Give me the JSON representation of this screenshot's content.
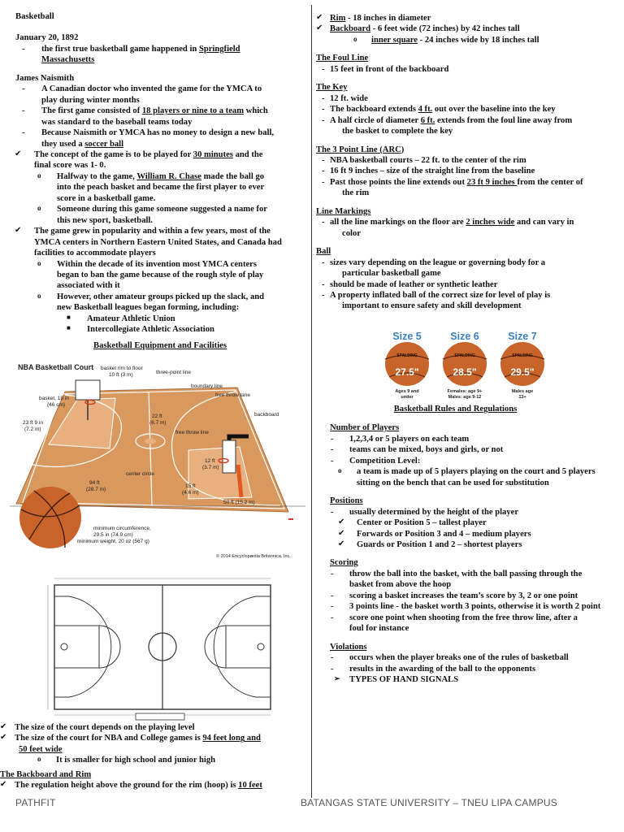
{
  "left": {
    "title": "Basketball",
    "date": "January 20, 1892",
    "first_game_pre": "the first true basketball game happened in ",
    "first_game_place_a": "Springfield",
    "first_game_place_b": "Massachusetts",
    "naismith_head": "James Naismith",
    "n1": "A Canadian doctor who invented the game for the YMCA to",
    "n1b": "play during winter months",
    "n2_pre": "The first game consisted of ",
    "n2_u": "18 players or nine to a team",
    "n2_post": " which",
    "n2b": "was standard to the baseball teams today",
    "n3": "Because Naismith or YMCA has no money to design a new ball,",
    "n3b_pre": "they used a ",
    "n3b_u": "soccer ball",
    "c1_pre": "The concept of the game is to be played for ",
    "c1_u": "30 minutes",
    "c1_post": " and the",
    "c1b": "final score was 1- 0.",
    "c1s1_pre": "Halfway to the game, ",
    "c1s1_u": "William R. Chase",
    "c1s1_post": " made the ball go",
    "c1s1b": "into the peach basket and became the first player to ever",
    "c1s1c": "score in a basketball game.",
    "c1s2": "Someone during this game someone suggested a name for",
    "c1s2b": "this new sport, basketball.",
    "c2": "The game grew in popularity and within a few years, most of the",
    "c2b": "YMCA centers in Northern Eastern United States, and Canada had",
    "c2c": "facilities to accommodate players",
    "c2s1": "Within the decade of its invention most YMCA centers",
    "c2s1b": "began to ban the game because of the rough style of play",
    "c2s1c": "associated with it",
    "c2s2": "However, other amateur groups picked up the slack, and",
    "c2s2b": "new Basketball leagues began forming, including:",
    "org1": "Amateur Athletic Union",
    "org2": "Intercollegiate Athletic Association",
    "equip_head": "Basketball Equipment and Facilities",
    "court1": {
      "title": "NBA Basketball Court",
      "rim": "basket rim to floor",
      "rim2": "10 ft (3 m)",
      "three": "three-point line",
      "boundary": "boundary line",
      "ftlane": "free throw lane",
      "basket": "basket, 18 in",
      "basket2": "(46 cm)",
      "backboard": "backboard",
      "d22": "22 ft",
      "d22b": "(6.7 m)",
      "d23": "23 ft 9 in",
      "d23b": "(7.2 m)",
      "ftline": "free throw line",
      "d12": "12 ft",
      "d12b": "(3.7 m)",
      "center": "center circle",
      "d94": "94 ft",
      "d94b": "(28.7 m)",
      "d15": "15 ft",
      "d15b": "(4.6 m)",
      "d50": "50 ft (15.2 m)",
      "circ": "minimum circumference,",
      "circ2": "29.5 in (74.9 cm)",
      "weight": "minimum weight, 20 oz (567 g)",
      "copy": "© 2014 Encyclopædia Britannica, Inc."
    },
    "s1": "The size of the court depends on the playing level",
    "s2_pre": "The size of the court for NBA and College games is ",
    "s2_u": "94 feet long and",
    "s2b_u": "50 feet wide",
    "s2s": "It is smaller for high school and junior high",
    "bb_head": "The Backboard and Rim",
    "bb1_pre": "The regulation height above the ground for the rim (hoop) is ",
    "bb1_u": "10 feet"
  },
  "right": {
    "rim_u": "Rim",
    "rim_post": " - 18 inches in diameter",
    "bb_u": "Backboard",
    "bb_post": " - 6 feet wide (72 inches) by 42 inches tall",
    "sq_u": "inner square",
    "sq_post": " - 24 inches wide by 18 inches tall",
    "foul_head": "The Foul Line",
    "foul1": "15 feet in front of the backboard",
    "key_head": "The Key",
    "key1": "12 ft. wide",
    "key2_pre": "The backboard extends ",
    "key2_u": "4 ft.",
    "key2_post": " out over the baseline into the key",
    "key3_pre": "A half circle of diameter ",
    "key3_u": "6 ft.",
    "key3_post": " extends from the foul line away from",
    "key3b": "the basket to complete the key",
    "arc_head": "The 3 Point Line (ARC)",
    "arc1": "NBA basketball courts – 22 ft. to the center of the rim",
    "arc2": "16 ft 9 inches – size of the straight line from the baseline",
    "arc3_pre": "Past those points the line extends out ",
    "arc3_u": "23 ft 9 inches ",
    "arc3_post": "from the center of",
    "arc3b": "the rim",
    "lm_head": "Line Markings",
    "lm1_pre": "all the line markings on the floor are ",
    "lm1_u": "2 inches wide",
    "lm1_post": " and can vary in",
    "lm1b": "color",
    "ball_head": "Ball",
    "ball1": "sizes vary depending on the league or governing body for a",
    "ball1b": "particular basketball game",
    "ball2": "should be made of leather or synthetic leather",
    "ball3": "A property inflated ball of the correct size for level of play is",
    "ball3b": "important to ensure safety and skill development",
    "balls": [
      {
        "size": "Size 5",
        "num": "27.5\"",
        "desc1": "Ages 9 and",
        "desc2": "under"
      },
      {
        "size": "Size 6",
        "num": "28.5\"",
        "desc1": "Females: age 9+",
        "desc2": "Males: age 9-12"
      },
      {
        "size": "Size 7",
        "num": "29.5\"",
        "desc1": "Males age",
        "desc2": "13+"
      }
    ],
    "ball_brand": "SPALDING",
    "rules_head": "Basketball Rules and Regulations",
    "np_head": "Number of Players",
    "np1": "1,2,3,4 or 5 players on each team",
    "np2": "teams can be mixed, boys and girls, or not",
    "np3": "Competition Level:",
    "np3s": "a team is made up of 5 players playing on the court and 5 players",
    "np3sb": "sitting on the bench that can be used for substitution",
    "pos_head": "Positions",
    "pos1": "usually determined by the height of the player",
    "pos1a": "Center or Position 5 – tallest player",
    "pos1b": "Forwards or Position 3 and 4 – medium players",
    "pos1c": "Guards or Position 1 and 2 – shortest players",
    "sc_head": "Scoring",
    "sc1": "throw the ball into the basket, with the ball passing through the",
    "sc1b": "basket from above the hoop",
    "sc2": "scoring a basket increases the team’s score by 3, 2 or one point",
    "sc3": "3 points line - the basket worth 3 points, otherwise it is worth 2 point",
    "sc4": "score one point when shooting from the free throw line, after a",
    "sc4b": "foul for instance",
    "vi_head": "Violations",
    "vi1": "occurs when the player breaks one of the rules of basketball",
    "vi2": "results in the awarding of the ball to the opponents",
    "vi3": "TYPES OF HAND SIGNALS"
  },
  "footer": {
    "left": "PATHFIT",
    "right": "BATANGAS STATE UNIVERSITY – TNEU LIPA CAMPUS"
  },
  "colors": {
    "court_wood": "#d9985e",
    "court_paint": "#e8b07e",
    "ball": "#c8642a",
    "size_label": "#3d7fbf"
  }
}
